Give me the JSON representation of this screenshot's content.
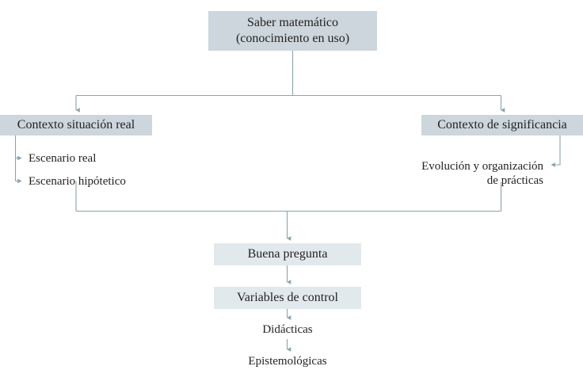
{
  "diagram": {
    "title_node": {
      "id": "saber-matematico",
      "line1": "Saber matemático",
      "line2": "(conocimiento en uso)",
      "text": "Saber matemático\n(conocimiento en uso)",
      "style": "filled-box"
    },
    "contexts": [
      {
        "id": "contexto-situacion-real",
        "label": "Contexto situación real",
        "style": "filled-box",
        "children": [
          {
            "id": "escenario-real",
            "label": "Escenario real",
            "style": "plain-text"
          },
          {
            "id": "escenario-hipotetico",
            "label": "Escenario hipótetico",
            "style": "plain-text"
          }
        ]
      },
      {
        "id": "contexto-de-significancia",
        "label": "Contexto de significancia",
        "style": "filled-box",
        "children": [
          {
            "id": "evolucion-organizacion-practicas",
            "line1": "Evolución y organización",
            "line2": "de prácticas",
            "label": "Evolución y organización\nde prácticas",
            "style": "plain-text"
          }
        ]
      }
    ],
    "outcome_chain": [
      {
        "id": "buena-pregunta",
        "label": "Buena pregunta",
        "style": "light-box"
      },
      {
        "id": "variables-de-control",
        "label": "Variables de control",
        "style": "light-box"
      },
      {
        "id": "didacticas",
        "label": "Didácticas",
        "style": "plain-text"
      },
      {
        "id": "epistemologicas",
        "label": "Epistemológicas",
        "style": "plain-text"
      }
    ],
    "colors": {
      "background": "#ffffff",
      "box_fill": "#ccd6dc",
      "box_fill_light": "#e2e9ed",
      "connector": "#8aa3ae",
      "text": "#231f20"
    }
  }
}
